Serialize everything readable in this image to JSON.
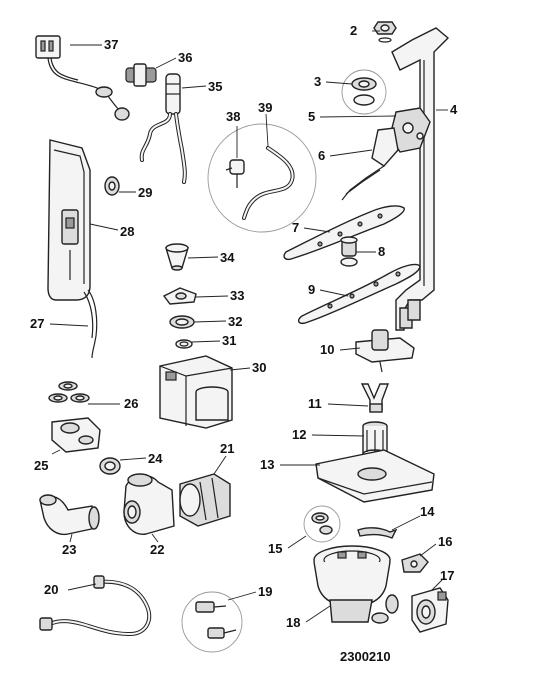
{
  "callouts": [
    {
      "id": "2",
      "text": "2"
    },
    {
      "id": "3",
      "text": "3"
    },
    {
      "id": "4",
      "text": "4"
    },
    {
      "id": "5",
      "text": "5"
    },
    {
      "id": "6",
      "text": "6"
    },
    {
      "id": "7",
      "text": "7"
    },
    {
      "id": "8",
      "text": "8"
    },
    {
      "id": "9",
      "text": "9"
    },
    {
      "id": "10",
      "text": "10"
    },
    {
      "id": "11",
      "text": "11"
    },
    {
      "id": "12",
      "text": "12"
    },
    {
      "id": "13",
      "text": "13"
    },
    {
      "id": "14",
      "text": "14"
    },
    {
      "id": "15",
      "text": "15"
    },
    {
      "id": "16",
      "text": "16"
    },
    {
      "id": "17",
      "text": "17"
    },
    {
      "id": "18",
      "text": "18"
    },
    {
      "id": "19",
      "text": "19"
    },
    {
      "id": "20",
      "text": "20"
    },
    {
      "id": "21",
      "text": "21"
    },
    {
      "id": "22",
      "text": "22"
    },
    {
      "id": "23",
      "text": "23"
    },
    {
      "id": "24",
      "text": "24"
    },
    {
      "id": "25",
      "text": "25"
    },
    {
      "id": "26",
      "text": "26"
    },
    {
      "id": "27",
      "text": "27"
    },
    {
      "id": "28",
      "text": "28"
    },
    {
      "id": "29",
      "text": "29"
    },
    {
      "id": "30",
      "text": "30"
    },
    {
      "id": "31",
      "text": "31"
    },
    {
      "id": "32",
      "text": "32"
    },
    {
      "id": "33",
      "text": "33"
    },
    {
      "id": "34",
      "text": "34"
    },
    {
      "id": "35",
      "text": "35"
    },
    {
      "id": "36",
      "text": "36"
    },
    {
      "id": "37",
      "text": "37"
    },
    {
      "id": "38",
      "text": "38"
    },
    {
      "id": "39",
      "text": "39"
    }
  ],
  "diagram_code": "2300210"
}
